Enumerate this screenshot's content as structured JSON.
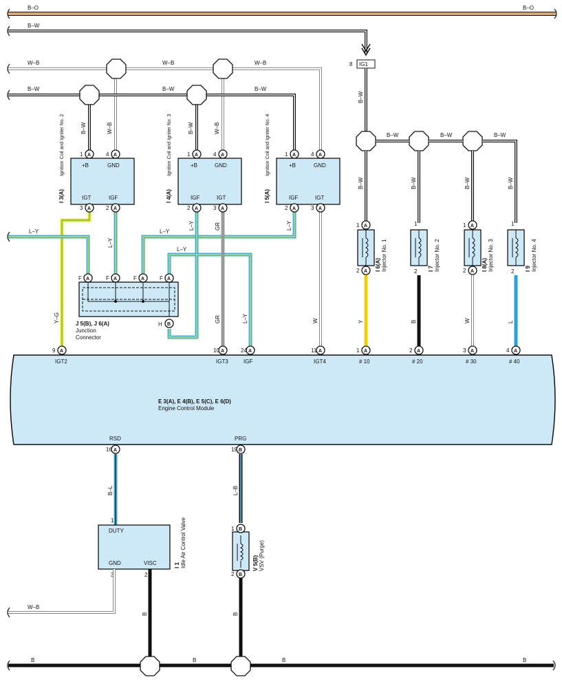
{
  "wires": {
    "top_bo": "B–O",
    "bw": "B–W",
    "wb": "W–B",
    "ly": "L–Y",
    "yg": "Y–G",
    "gr": "GR",
    "w": "W",
    "y": "Y",
    "b": "B",
    "l": "L",
    "bl": "B–L",
    "lb": "L–B"
  },
  "ig1": {
    "pin": "8",
    "label": "IG1"
  },
  "coils": [
    {
      "id": "I 3(A)",
      "name": "Ignition Coil and Igniter No. 2",
      "t1": "+B",
      "t2": "GND",
      "b1": "IGT",
      "b2": "IGF",
      "p1": "1",
      "p2": "4",
      "p3": "3",
      "p4": "2"
    },
    {
      "id": "I 4(A)",
      "name": "Ignition Coil and Igniter No. 3",
      "t1": "+B",
      "t2": "GND",
      "b1": "IGF",
      "b2": "IGT",
      "p1": "1",
      "p2": "4",
      "p3": "2",
      "p4": "3"
    },
    {
      "id": "I 5(A)",
      "name": "Ignition Coil and Igniter No. 4",
      "t1": "+B",
      "t2": "GND",
      "b1": "IGF",
      "b2": "IGT",
      "p1": "1",
      "p2": "4",
      "p3": "2",
      "p4": "3"
    }
  ],
  "injectors": [
    {
      "id": "I 6(A)",
      "name": "Injector No. 1",
      "p1": "1",
      "p2": "2"
    },
    {
      "id": "I 7",
      "name": "Injector No. 2",
      "p1": "1",
      "p2": "2"
    },
    {
      "id": "I 8(A)",
      "name": "Injector No. 3",
      "p1": "1",
      "p2": "2"
    },
    {
      "id": "I 9",
      "name": "Injector No. 4",
      "p1": "1",
      "p2": "2"
    }
  ],
  "junction": {
    "id": "J 5(B), J 6(A)",
    "name1": "Junction",
    "name2": "Connector",
    "f": "F",
    "h": "H"
  },
  "ecm": {
    "id": "E 3(A), E 4(B), E 5(C), E 6(D)",
    "name": "Engine Control Module",
    "top_pins": [
      {
        "num": "9",
        "letter": "A",
        "label": "IGT2"
      },
      {
        "num": "10",
        "letter": "A",
        "label": "IGT3"
      },
      {
        "num": "24",
        "letter": "A",
        "label": "IGF"
      },
      {
        "num": "11",
        "letter": "A",
        "label": "IGT4"
      },
      {
        "num": "1",
        "letter": "A",
        "label": "# 10"
      },
      {
        "num": "2",
        "letter": "A",
        "label": "# 20"
      },
      {
        "num": "3",
        "letter": "A",
        "label": "# 30"
      },
      {
        "num": "4",
        "letter": "A",
        "label": "# 40"
      }
    ],
    "bottom_pins": [
      {
        "num": "16",
        "letter": "A",
        "label": "RSD"
      },
      {
        "num": "19",
        "letter": "B",
        "label": "PRG"
      }
    ]
  },
  "iacv": {
    "id": "I 1",
    "name": "Idle Air Control Valve",
    "duty": "DUTY",
    "gnd": "GND",
    "visc": "VISC",
    "p1": "1",
    "p3": "3",
    "p2": "2"
  },
  "vsv": {
    "id": "V 5(B)",
    "name": "VSV (Purge)",
    "p1": "1",
    "p2": "2"
  },
  "pin_letters": {
    "a": "A",
    "b": "B"
  }
}
